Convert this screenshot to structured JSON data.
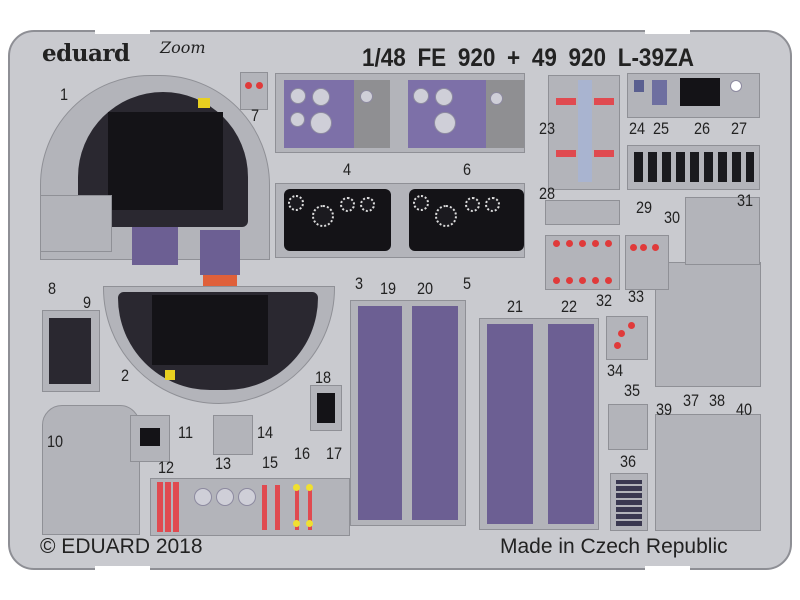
{
  "brand": {
    "logo": "eduard",
    "sub_logo": "Zoom"
  },
  "title": "1/48   FE 920 + 49 920   L-39ZA",
  "footer": {
    "copyright": "© EDUARD 2018",
    "origin": "Made in Czech Republic"
  },
  "colors": {
    "fret": "#c9cacf",
    "panel_purple": "#6c5f93",
    "panel_black": "#141317",
    "accent_red": "#e03a3a",
    "accent_yellow": "#f0e030",
    "accent_orange": "#e0603a"
  },
  "part_numbers": [
    "1",
    "2",
    "3",
    "4",
    "5",
    "6",
    "7",
    "8",
    "9",
    "10",
    "11",
    "12",
    "13",
    "14",
    "15",
    "16",
    "17",
    "18",
    "19",
    "20",
    "21",
    "22",
    "23",
    "24",
    "25",
    "26",
    "27",
    "28",
    "29",
    "30",
    "31",
    "32",
    "33",
    "34",
    "35",
    "36",
    "37",
    "38",
    "39",
    "40"
  ]
}
